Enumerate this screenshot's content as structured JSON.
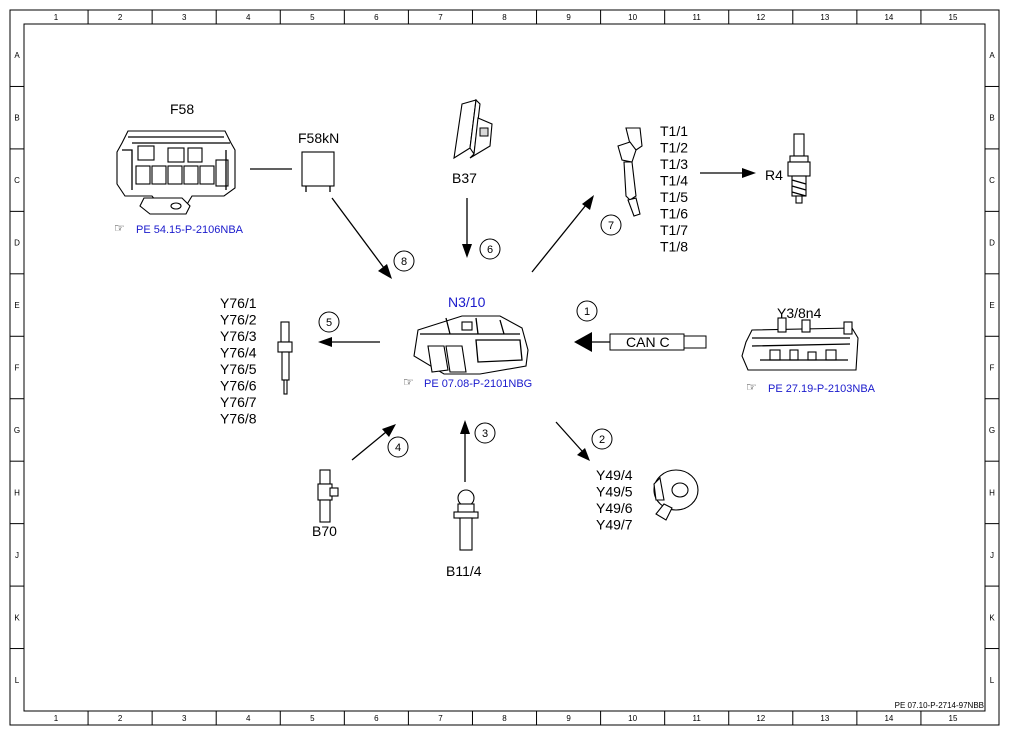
{
  "grid": {
    "columns": [
      "1",
      "2",
      "3",
      "4",
      "5",
      "6",
      "7",
      "8",
      "9",
      "10",
      "11",
      "12",
      "13",
      "14",
      "15"
    ],
    "rows": [
      "A",
      "B",
      "C",
      "D",
      "E",
      "F",
      "G",
      "H",
      "J",
      "K",
      "L"
    ]
  },
  "footer_code": "PE 07.10-P-2714-97NBB",
  "labels": {
    "f58": "F58",
    "f58kn": "F58kN",
    "b37": "B37",
    "n3_10": "N3/10",
    "r4": "R4",
    "y3_8n4": "Y3/8n4",
    "can_c": "CAN C",
    "b70": "B70",
    "b11_4": "B11/4"
  },
  "references": {
    "f58": "PE 54.15-P-2106NBA",
    "n3_10": "PE 07.08-P-2101NBG",
    "y3_8n4": "PE 27.19-P-2103NBA"
  },
  "t_list": [
    "T1/1",
    "T1/2",
    "T1/3",
    "T1/4",
    "T1/5",
    "T1/6",
    "T1/7",
    "T1/8"
  ],
  "y76_list": [
    "Y76/1",
    "Y76/2",
    "Y76/3",
    "Y76/4",
    "Y76/5",
    "Y76/6",
    "Y76/7",
    "Y76/8"
  ],
  "y49_list": [
    "Y49/4",
    "Y49/5",
    "Y49/6",
    "Y49/7"
  ],
  "step_numbers": [
    "1",
    "2",
    "3",
    "4",
    "5",
    "6",
    "7",
    "8"
  ]
}
